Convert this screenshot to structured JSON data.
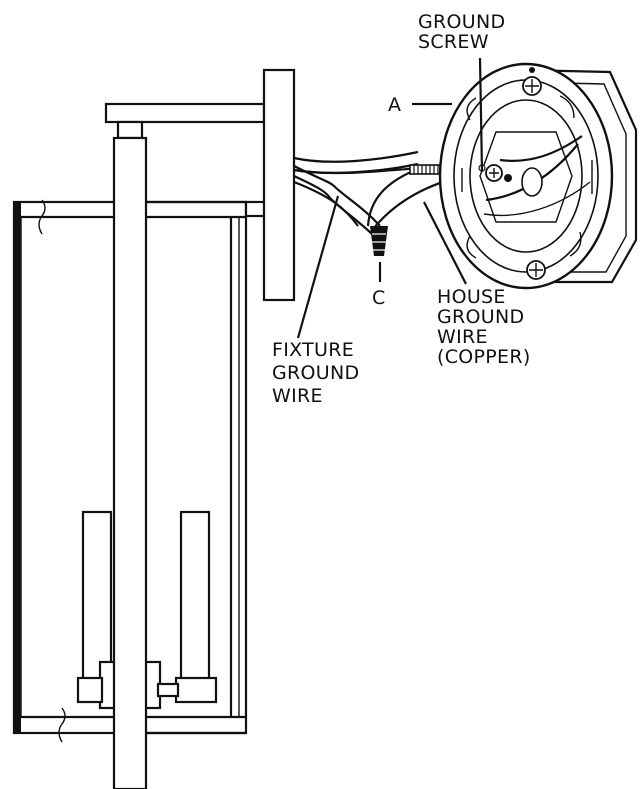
{
  "labels": {
    "ground_screw": [
      "GROUND",
      "SCREW"
    ],
    "a": "A",
    "c": "C",
    "house_ground_wire": [
      "HOUSE",
      "GROUND",
      "WIRE",
      "(COPPER)"
    ],
    "fixture_ground_wire": [
      "FIXTURE",
      "GROUND",
      "WIRE"
    ]
  },
  "colors": {
    "ink": "#111111",
    "paper": "#ffffff"
  },
  "icons": [
    "ground-screw-icon",
    "wire-nut-icon",
    "mounting-plate-icon",
    "junction-box-icon",
    "lantern-fixture-icon"
  ]
}
